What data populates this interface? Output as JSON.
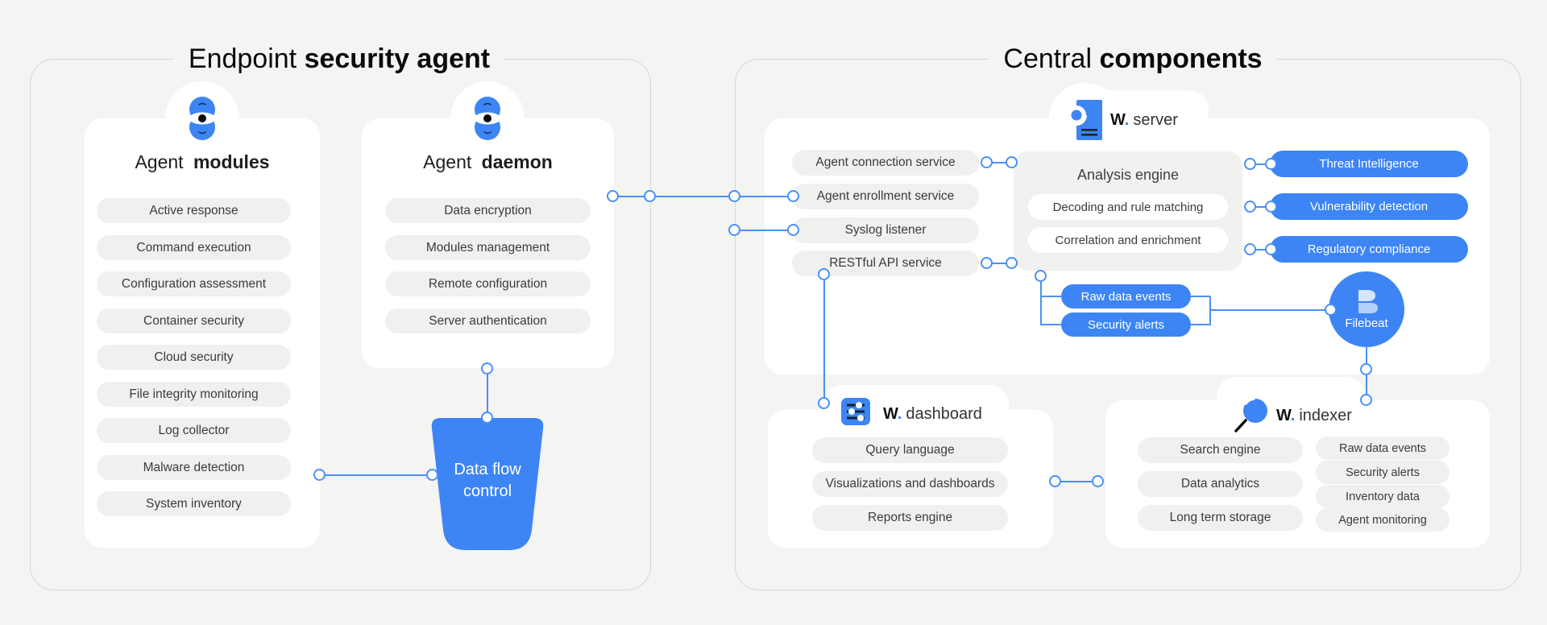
{
  "colors": {
    "background": "#f4f4f2",
    "card": "#ffffff",
    "pill_gray": "#f0f0ee",
    "accent_blue": "#3d85f4",
    "connector_blue": "#4a90f7",
    "frame_border": "#d7d7d5"
  },
  "sections": {
    "endpoint": {
      "title_regular": "Endpoint",
      "title_bold": "security agent"
    },
    "central": {
      "title_regular": "Central",
      "title_bold": "components"
    }
  },
  "agent_modules": {
    "title_regular": "Agent",
    "title_bold": "modules",
    "items": [
      "Active response",
      "Command execution",
      "Configuration assessment",
      "Container security",
      "Cloud security",
      "File integrity monitoring",
      "Log collector",
      "Malware detection",
      "System inventory"
    ]
  },
  "agent_daemon": {
    "title_regular": "Agent",
    "title_bold": "daemon",
    "items": [
      "Data encryption",
      "Modules management",
      "Remote configuration",
      "Server authentication"
    ]
  },
  "data_flow_control": {
    "line1": "Data flow",
    "line2": "control"
  },
  "server": {
    "brand_w": "W",
    "brand_dot": ".",
    "name": "server",
    "services": [
      "Agent connection service",
      "Agent enrollment service",
      "Syslog listener",
      "RESTful API service"
    ],
    "analysis_engine": {
      "title": "Analysis engine",
      "items": [
        "Decoding and rule matching",
        "Correlation and enrichment"
      ]
    },
    "capabilities": [
      "Threat Intelligence",
      "Vulnerability detection",
      "Regulatory compliance"
    ],
    "outputs": [
      "Raw data events",
      "Security alerts"
    ]
  },
  "filebeat": {
    "label": "Filebeat"
  },
  "dashboard": {
    "brand_w": "W",
    "brand_dot": ".",
    "name": "dashboard",
    "items": [
      "Query language",
      "Visualizations and dashboards",
      "Reports engine"
    ]
  },
  "indexer": {
    "brand_w": "W",
    "brand_dot": ".",
    "name": "indexer",
    "features": [
      "Search engine",
      "Data analytics",
      "Long term storage"
    ],
    "indices": [
      "Raw data events",
      "Security alerts",
      "Inventory data",
      "Agent monitoring"
    ]
  }
}
